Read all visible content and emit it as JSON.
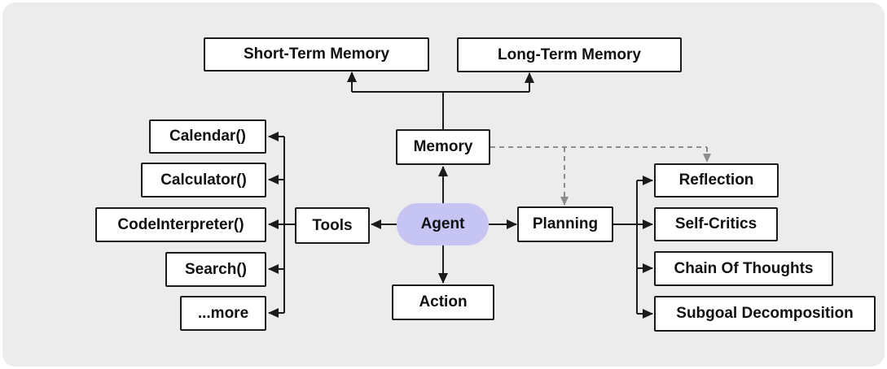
{
  "colors": {
    "page-bg": "#ffffff",
    "panel-bg": "#ececec",
    "box-bg": "#ffffff",
    "box-border": "#1b1b1b",
    "line": "#1b1b1b",
    "dashed-line": "#8d8d8d",
    "agent-fill": "#c6c4f3",
    "text": "#111111"
  },
  "nodes": {
    "short_term_memory": {
      "label": "Short-Term Memory"
    },
    "long_term_memory": {
      "label": "Long-Term Memory"
    },
    "memory": {
      "label": "Memory"
    },
    "agent": {
      "label": "Agent"
    },
    "action": {
      "label": "Action"
    },
    "tools": {
      "label": "Tools"
    },
    "planning": {
      "label": "Planning"
    }
  },
  "tool_items": [
    {
      "label": "Calendar()"
    },
    {
      "label": "Calculator()"
    },
    {
      "label": "CodeInterpreter()"
    },
    {
      "label": "Search()"
    },
    {
      "label": "...more"
    }
  ],
  "planning_items": [
    {
      "label": "Reflection"
    },
    {
      "label": "Self-Critics"
    },
    {
      "label": "Chain Of Thoughts"
    },
    {
      "label": "Subgoal Decomposition"
    }
  ]
}
